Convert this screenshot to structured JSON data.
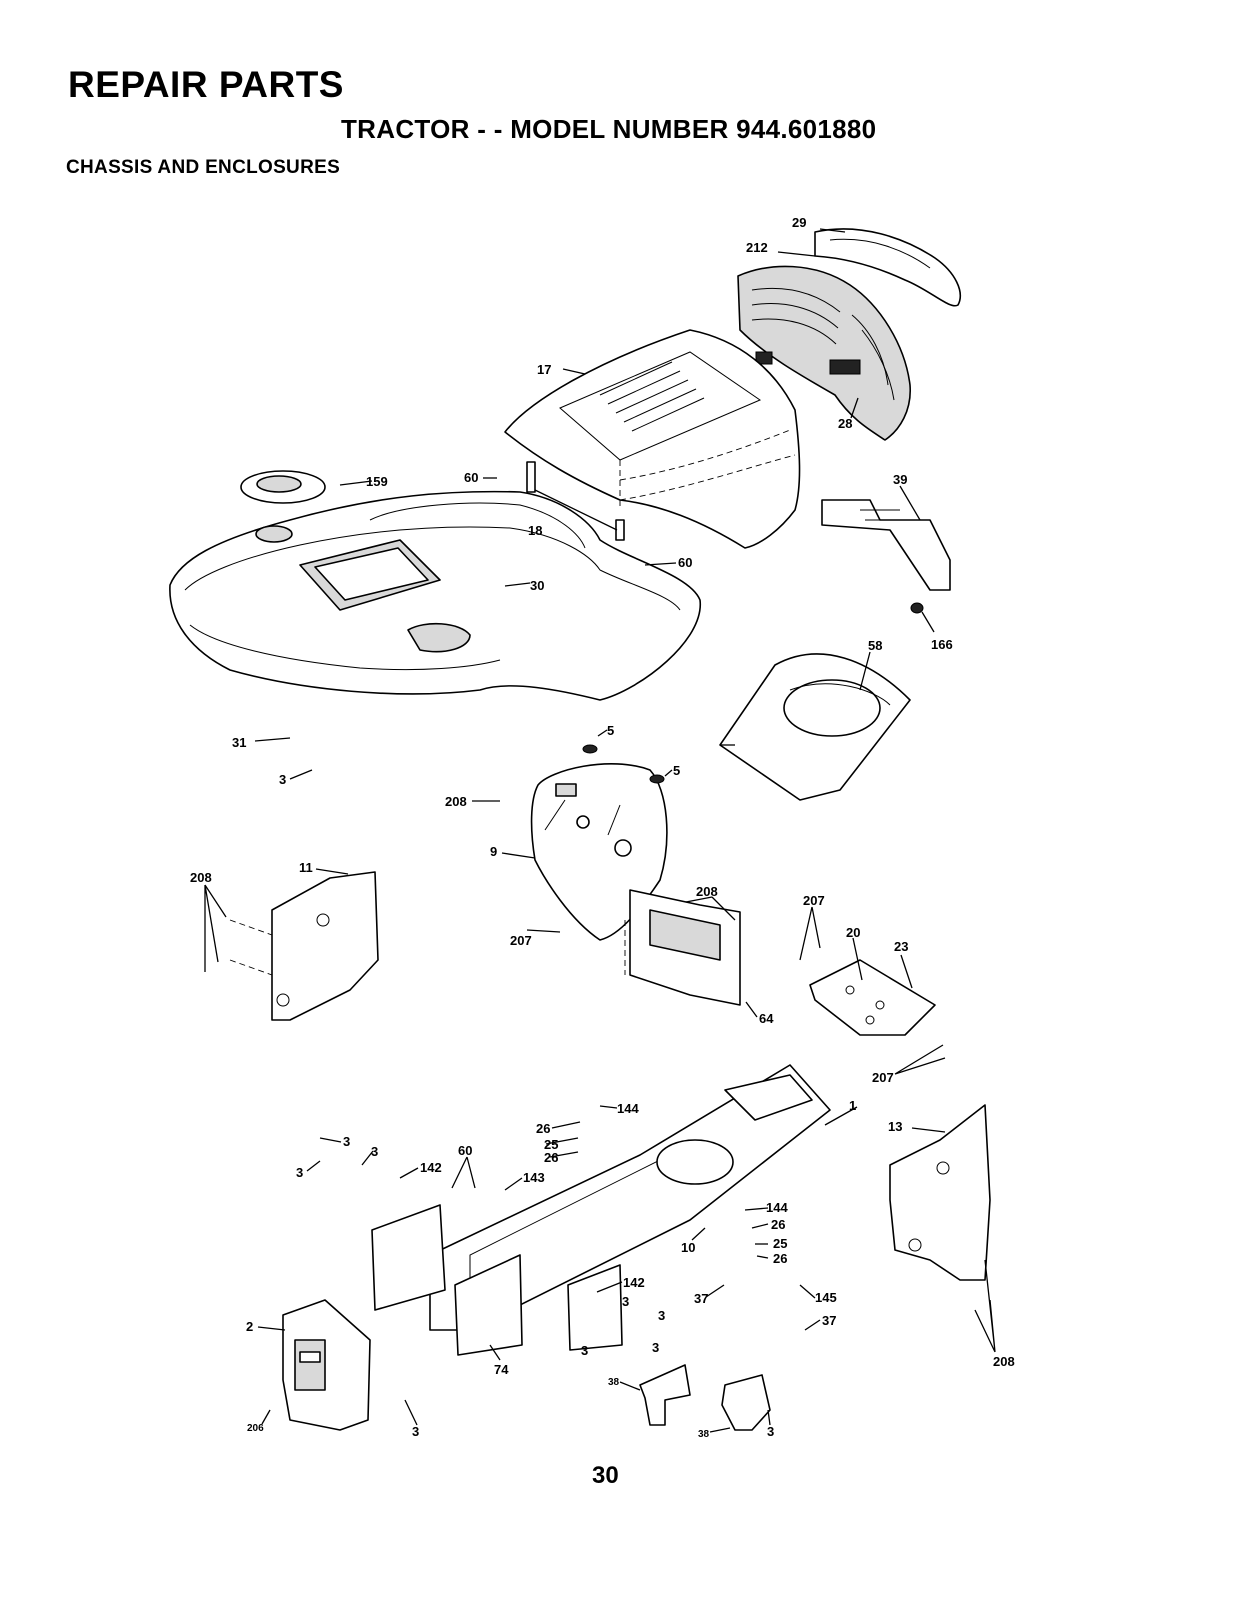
{
  "header": {
    "title": "REPAIR PARTS",
    "subtitle": "TRACTOR - - MODEL NUMBER 944.601880",
    "section": "CHASSIS AND ENCLOSURES"
  },
  "callouts": {
    "c29": "29",
    "c212": "212",
    "c17": "17",
    "c28": "28",
    "c159": "159",
    "c60a": "60",
    "c18": "18",
    "c60b": "60",
    "c30": "30",
    "c39": "39",
    "c166": "166",
    "c58": "58",
    "c31": "31",
    "c3a": "3",
    "c5a": "5",
    "c5b": "5",
    "c208a": "208",
    "c9": "9",
    "c11": "11",
    "c208b": "208",
    "c208c": "208",
    "c207a": "207",
    "c207b": "207",
    "c20": "20",
    "c23": "23",
    "c64": "64",
    "c207c": "207",
    "c1": "1",
    "c13": "13",
    "c144a": "144",
    "c26a": "26",
    "c25a": "25",
    "c26b": "26",
    "c3b": "3",
    "c3c": "3",
    "c3d": "3",
    "c142a": "142",
    "c60c": "60",
    "c143": "143",
    "c144b": "144",
    "c26c": "26",
    "c25b": "25",
    "c26d": "26",
    "c10": "10",
    "c142b": "142",
    "c3e": "3",
    "c3f": "3",
    "c37a": "37",
    "c145": "145",
    "c37b": "37",
    "c2": "2",
    "c74": "74",
    "c3g": "3",
    "c3h": "3",
    "c38a": "38",
    "c38b": "38",
    "c3i": "3",
    "c206": "206",
    "c3j": "3",
    "c208d": "208"
  },
  "footer": {
    "page_number": "30"
  }
}
